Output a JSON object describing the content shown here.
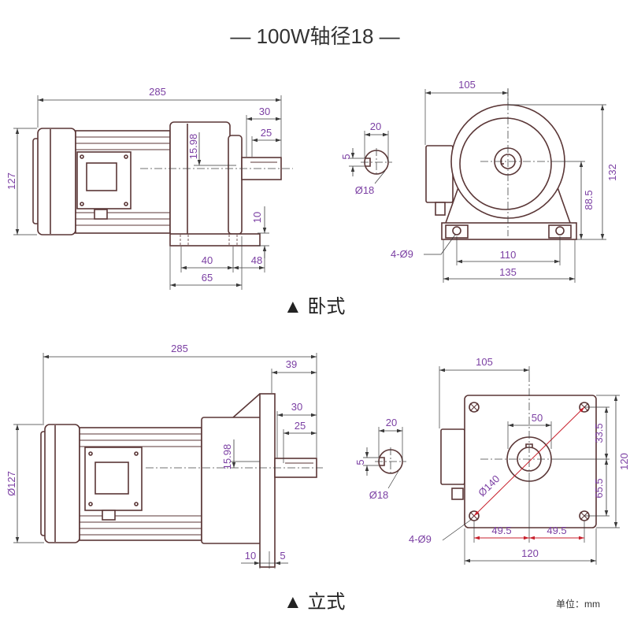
{
  "title": "— 100W轴径18 —",
  "colors": {
    "outline": "#5a3636",
    "dimension_line": "#3a3a3a",
    "dimension_text": "#7b3fa3",
    "accent_red": "#c8202c",
    "text": "#333333"
  },
  "horizontal": {
    "caption": "▲ 卧式",
    "side": {
      "length_total": "285",
      "shaft_length": "30",
      "key_length": "25",
      "key_height": "15.98",
      "height": "127",
      "foot_thickness": "10",
      "hole_pitch": "40",
      "hole_to_end": "48",
      "foot_length": "65"
    },
    "shaft": {
      "width": "20",
      "key_depth": "5",
      "diameter": "Ø18"
    },
    "front": {
      "offset": "105",
      "height": "132",
      "center_height": "88.5",
      "holes": "4-Ø9",
      "hole_pitch": "110",
      "base_width": "135"
    }
  },
  "vertical": {
    "caption": "▲ 立式",
    "side": {
      "length_total": "285",
      "flange_to_end": "39",
      "shaft_length": "30",
      "key_length": "25",
      "key_height": "15.98",
      "diameter": "Ø127",
      "flange_thickness": "10",
      "spigot": "5"
    },
    "shaft": {
      "width": "20",
      "key_depth": "5",
      "diameter": "Ø18"
    },
    "flange": {
      "offset": "105",
      "spigot_width": "50",
      "upper": "33.5",
      "height": "120",
      "lower": "65.5",
      "pcd": "Ø140",
      "holes": "4-Ø9",
      "half_left": "49.5",
      "half_right": "49.5",
      "width": "120"
    }
  },
  "unit_label": "单位：mm"
}
